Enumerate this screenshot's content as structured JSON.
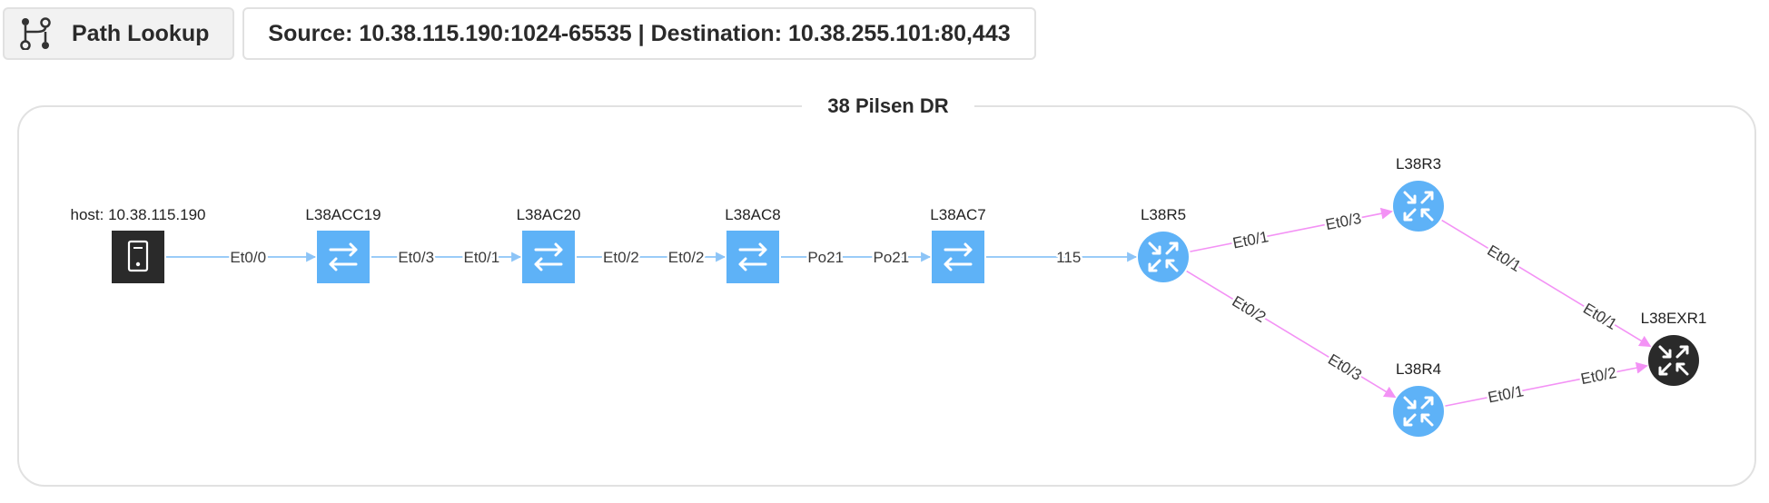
{
  "toolbar": {
    "lookup_label": "Path Lookup",
    "lookup_icon": "path-lookup-icon",
    "query": "Source: 10.38.115.190:1024-65535 | Destination: 10.38.255.101:80,443"
  },
  "group": {
    "title": "38 Pilsen DR"
  },
  "colors": {
    "device_blue": "#5eb2f7",
    "dark_device": "#2a2a2a",
    "l2_link": "#8cc4f7",
    "l3_link": "#f392f5"
  },
  "nodes": [
    {
      "id": "host",
      "label": "host: 10.38.115.190",
      "kind": "host"
    },
    {
      "id": "L38ACC19",
      "label": "L38ACC19",
      "kind": "switch"
    },
    {
      "id": "L38AC20",
      "label": "L38AC20",
      "kind": "switch"
    },
    {
      "id": "L38AC8",
      "label": "L38AC8",
      "kind": "switch"
    },
    {
      "id": "L38AC7",
      "label": "L38AC7",
      "kind": "switch"
    },
    {
      "id": "L38R5",
      "label": "L38R5",
      "kind": "router"
    },
    {
      "id": "L38R3",
      "label": "L38R3",
      "kind": "router"
    },
    {
      "id": "L38R4",
      "label": "L38R4",
      "kind": "router"
    },
    {
      "id": "L38EXR1",
      "label": "L38EXR1",
      "kind": "router-dark"
    }
  ],
  "links": [
    {
      "from": "host",
      "to": "L38ACC19",
      "type": "l2",
      "labels": [
        "Et0/0"
      ]
    },
    {
      "from": "L38ACC19",
      "to": "L38AC20",
      "type": "l2",
      "labels": [
        "Et0/3",
        "Et0/1"
      ]
    },
    {
      "from": "L38AC20",
      "to": "L38AC8",
      "type": "l2",
      "labels": [
        "Et0/2",
        "Et0/2"
      ]
    },
    {
      "from": "L38AC8",
      "to": "L38AC7",
      "type": "l2",
      "labels": [
        "Po21",
        "Po21"
      ]
    },
    {
      "from": "L38AC7",
      "to": "L38R5",
      "type": "l2",
      "labels": [
        "115"
      ]
    },
    {
      "from": "L38R5",
      "to": "L38R3",
      "type": "l3",
      "labels": [
        "Et0/1",
        "Et0/3"
      ]
    },
    {
      "from": "L38R5",
      "to": "L38R4",
      "type": "l3",
      "labels": [
        "Et0/2",
        "Et0/3"
      ]
    },
    {
      "from": "L38R3",
      "to": "L38EXR1",
      "type": "l3",
      "labels": [
        "Et0/1",
        "Et0/1"
      ]
    },
    {
      "from": "L38R4",
      "to": "L38EXR1",
      "type": "l3",
      "labels": [
        "Et0/1",
        "Et0/2"
      ]
    }
  ]
}
